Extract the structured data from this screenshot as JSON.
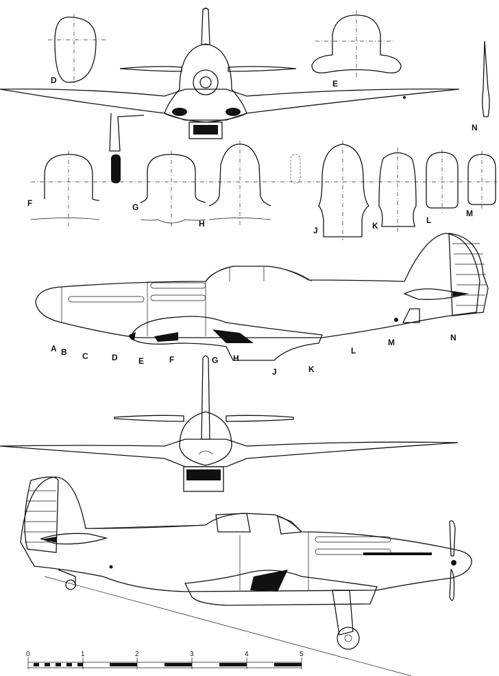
{
  "section_labels": {
    "D": "D",
    "E": "E",
    "N": "N",
    "F": "F",
    "G": "G",
    "H": "H",
    "J": "J",
    "K": "K",
    "L": "L",
    "M": "M"
  },
  "station_labels": [
    "A",
    "B",
    "C",
    "D",
    "E",
    "F",
    "G",
    "H",
    "J",
    "K",
    "L",
    "M",
    "N"
  ],
  "scale_bar": {
    "ticks": [
      "0",
      "1",
      "2",
      "3",
      "4",
      "5"
    ]
  }
}
